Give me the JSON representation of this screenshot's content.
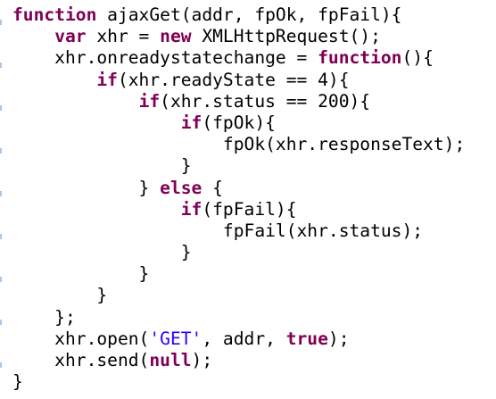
{
  "colors": {
    "background": "#ffffff",
    "keyword": "#7f0055",
    "plain": "#000000",
    "string": "#2a00ff"
  },
  "code": {
    "lines": [
      [
        {
          "t": "function",
          "k": "keyword"
        },
        {
          "t": " ajaxGet(addr, fpOk, fpFail){",
          "k": "plain"
        }
      ],
      [
        {
          "t": "    ",
          "k": "plain"
        },
        {
          "t": "var",
          "k": "keyword"
        },
        {
          "t": " xhr = ",
          "k": "plain"
        },
        {
          "t": "new",
          "k": "keyword"
        },
        {
          "t": " XMLHttpRequest();",
          "k": "plain"
        }
      ],
      [
        {
          "t": "    xhr.onreadystatechange = ",
          "k": "plain"
        },
        {
          "t": "function",
          "k": "keyword"
        },
        {
          "t": "(){",
          "k": "plain"
        }
      ],
      [
        {
          "t": "        ",
          "k": "plain"
        },
        {
          "t": "if",
          "k": "keyword"
        },
        {
          "t": "(xhr.readyState == 4){",
          "k": "plain"
        }
      ],
      [
        {
          "t": "            ",
          "k": "plain"
        },
        {
          "t": "if",
          "k": "keyword"
        },
        {
          "t": "(xhr.status == 200){",
          "k": "plain"
        }
      ],
      [
        {
          "t": "                ",
          "k": "plain"
        },
        {
          "t": "if",
          "k": "keyword"
        },
        {
          "t": "(fpOk){",
          "k": "plain"
        }
      ],
      [
        {
          "t": "                    fpOk(xhr.responseText);",
          "k": "plain"
        }
      ],
      [
        {
          "t": "                }",
          "k": "plain"
        }
      ],
      [
        {
          "t": "            } ",
          "k": "plain"
        },
        {
          "t": "else",
          "k": "keyword"
        },
        {
          "t": " {",
          "k": "plain"
        }
      ],
      [
        {
          "t": "                ",
          "k": "plain"
        },
        {
          "t": "if",
          "k": "keyword"
        },
        {
          "t": "(fpFail){",
          "k": "plain"
        }
      ],
      [
        {
          "t": "                    fpFail(xhr.status);",
          "k": "plain"
        }
      ],
      [
        {
          "t": "                }",
          "k": "plain"
        }
      ],
      [
        {
          "t": "            }",
          "k": "plain"
        }
      ],
      [
        {
          "t": "        }",
          "k": "plain"
        }
      ],
      [
        {
          "t": "    };",
          "k": "plain"
        }
      ],
      [
        {
          "t": "    xhr.open(",
          "k": "plain"
        },
        {
          "t": "'GET'",
          "k": "string"
        },
        {
          "t": ", addr, ",
          "k": "plain"
        },
        {
          "t": "true",
          "k": "keyword"
        },
        {
          "t": ");",
          "k": "plain"
        }
      ],
      [
        {
          "t": "    xhr.send(",
          "k": "plain"
        },
        {
          "t": "null",
          "k": "keyword"
        },
        {
          "t": ");",
          "k": "plain"
        }
      ],
      [
        {
          "t": "}",
          "k": "plain"
        }
      ]
    ]
  }
}
